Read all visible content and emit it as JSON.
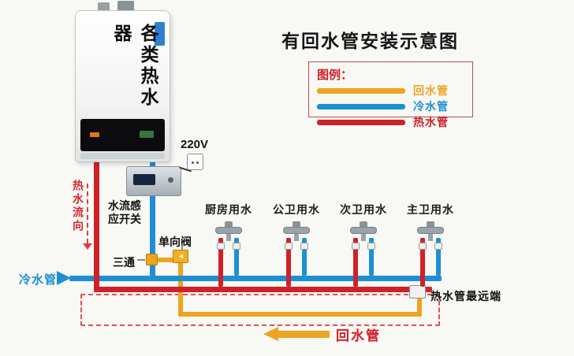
{
  "title": "有回水管安装示意图",
  "legend": {
    "title": "图例：",
    "items": [
      {
        "label": "回水管",
        "color": "#eda41f"
      },
      {
        "label": "冷水管",
        "color": "#1e8fd5"
      },
      {
        "label": "热水管",
        "color": "#cf2127"
      }
    ]
  },
  "heater": {
    "label": "各类热水器"
  },
  "power_label": "220V",
  "sensor_label": "水流感\n应开关",
  "hot_flow_label": "热水流向",
  "cold_pipe_label": "冷水管",
  "tee_label": "三通",
  "check_valve_label": "单向阀",
  "fixtures": [
    {
      "label": "厨房用水"
    },
    {
      "label": "公卫用水"
    },
    {
      "label": "次卫用水"
    },
    {
      "label": "主卫用水"
    }
  ],
  "far_end_label": "热水管最远端",
  "return_label": "回水管",
  "colors": {
    "return_pipe": "#eda41f",
    "cold_pipe": "#1e8fd5",
    "hot_pipe": "#cf2127"
  }
}
